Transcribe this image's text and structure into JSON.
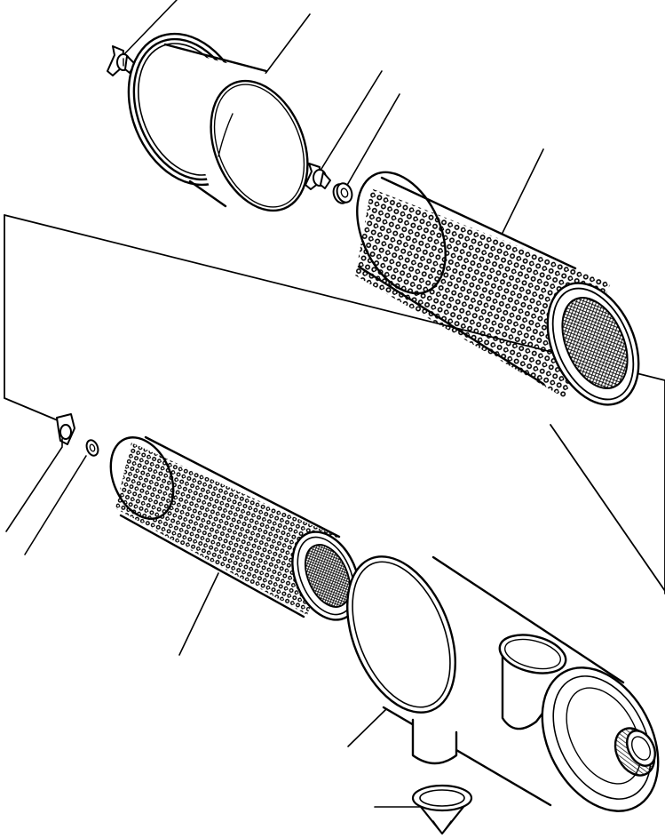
{
  "diagram": {
    "type": "exploded-parts-view",
    "subject": "air-cleaner-assembly",
    "background": "#ffffff",
    "ink_color": "#000000",
    "parts": [
      {
        "name": "wing-nut-top",
        "depicts": "wing-nut-icon"
      },
      {
        "name": "end-cover",
        "depicts": "cover-icon"
      },
      {
        "name": "wing-nut-middle",
        "depicts": "wing-nut-icon"
      },
      {
        "name": "sealing-washer-top",
        "depicts": "washer-icon"
      },
      {
        "name": "primary-filter-element",
        "depicts": "perforated-cylinder-icon"
      },
      {
        "name": "wing-nut-lower",
        "depicts": "wing-nut-icon"
      },
      {
        "name": "sealing-washer-lower",
        "depicts": "washer-icon"
      },
      {
        "name": "safety-filter-element",
        "depicts": "perforated-cylinder-icon"
      },
      {
        "name": "air-cleaner-housing",
        "depicts": "housing-icon"
      },
      {
        "name": "dust-valve",
        "depicts": "rubber-valve-icon"
      }
    ]
  }
}
